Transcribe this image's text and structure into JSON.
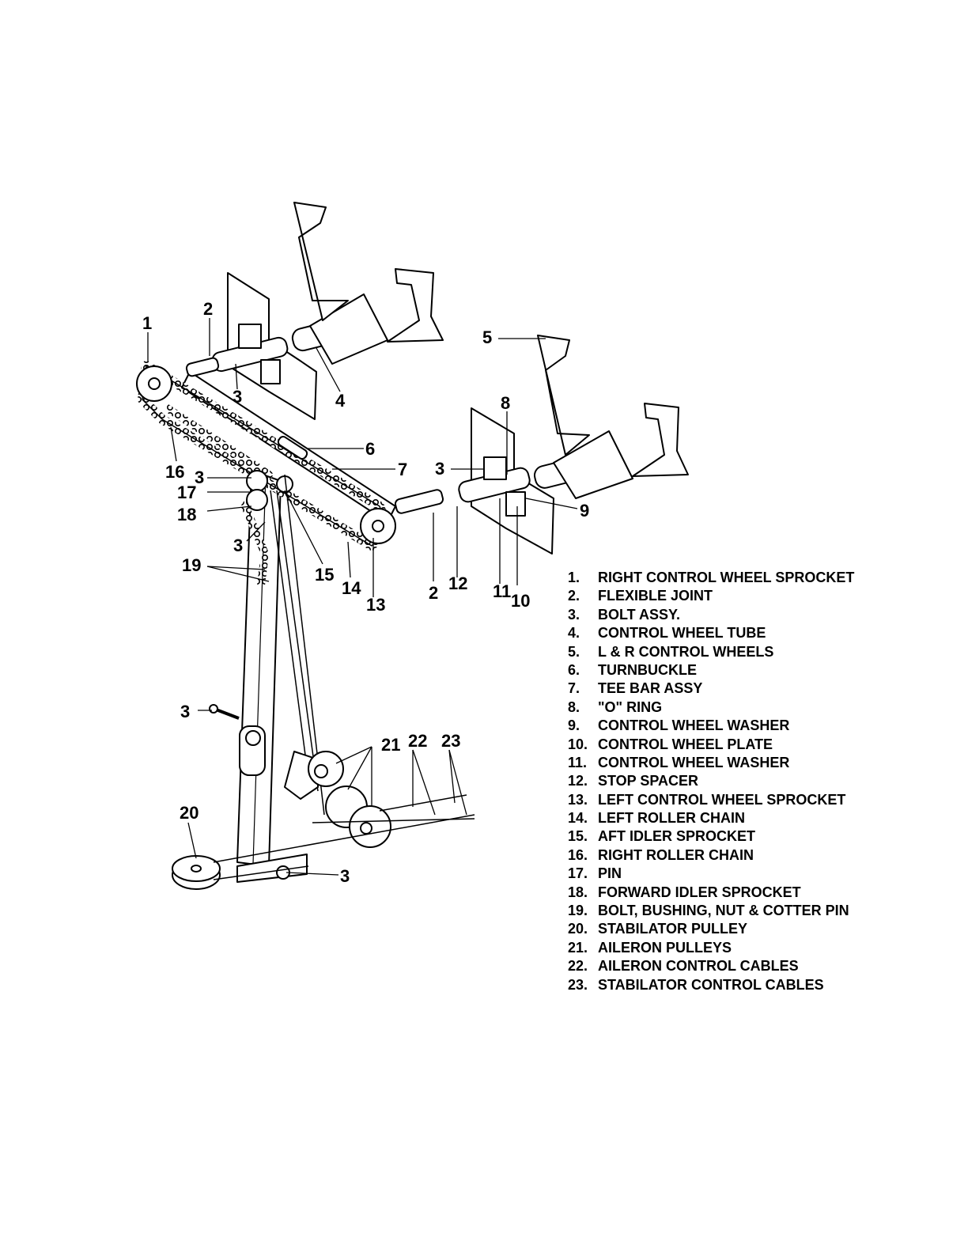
{
  "callouts": {
    "c1": "1",
    "c2a": "2",
    "c2b": "2",
    "c3a": "3",
    "c3b": "3",
    "c3c": "3",
    "c3d": "3",
    "c3e": "3",
    "c3f": "3",
    "c4": "4",
    "c5": "5",
    "c6": "6",
    "c7": "7",
    "c8": "8",
    "c9": "9",
    "c10": "10",
    "c11": "11",
    "c12": "12",
    "c13": "13",
    "c14": "14",
    "c15": "15",
    "c16": "16",
    "c17": "17",
    "c18": "18",
    "c19": "19",
    "c20": "20",
    "c21": "21",
    "c22": "22",
    "c23": "23"
  },
  "legend": [
    {
      "num": "1.",
      "label": "RIGHT CONTROL WHEEL SPROCKET"
    },
    {
      "num": "2.",
      "label": "FLEXIBLE JOINT"
    },
    {
      "num": "3.",
      "label": "BOLT ASSY."
    },
    {
      "num": "4.",
      "label": "CONTROL WHEEL TUBE"
    },
    {
      "num": "5.",
      "label": "L & R CONTROL WHEELS"
    },
    {
      "num": "6.",
      "label": "TURNBUCKLE"
    },
    {
      "num": "7.",
      "label": "TEE BAR ASSY"
    },
    {
      "num": "8.",
      "label": "\"O\" RING"
    },
    {
      "num": "9.",
      "label": "CONTROL WHEEL WASHER"
    },
    {
      "num": "10.",
      "label": "CONTROL WHEEL PLATE"
    },
    {
      "num": "11.",
      "label": "CONTROL WHEEL WASHER"
    },
    {
      "num": "12.",
      "label": "STOP SPACER"
    },
    {
      "num": "13.",
      "label": "LEFT CONTROL WHEEL SPROCKET"
    },
    {
      "num": "14.",
      "label": "LEFT ROLLER CHAIN"
    },
    {
      "num": "15.",
      "label": "AFT IDLER SPROCKET"
    },
    {
      "num": "16.",
      "label": "RIGHT ROLLER CHAIN"
    },
    {
      "num": "17.",
      "label": "PIN"
    },
    {
      "num": "18.",
      "label": "FORWARD IDLER SPROCKET"
    },
    {
      "num": "19.",
      "label": "BOLT, BUSHING, NUT & COTTER PIN"
    },
    {
      "num": "20.",
      "label": "STABILATOR PULLEY"
    },
    {
      "num": "21.",
      "label": "AILERON PULLEYS"
    },
    {
      "num": "22.",
      "label": "AILERON CONTROL CABLES"
    },
    {
      "num": "23.",
      "label": "STABILATOR CONTROL CABLES"
    }
  ]
}
